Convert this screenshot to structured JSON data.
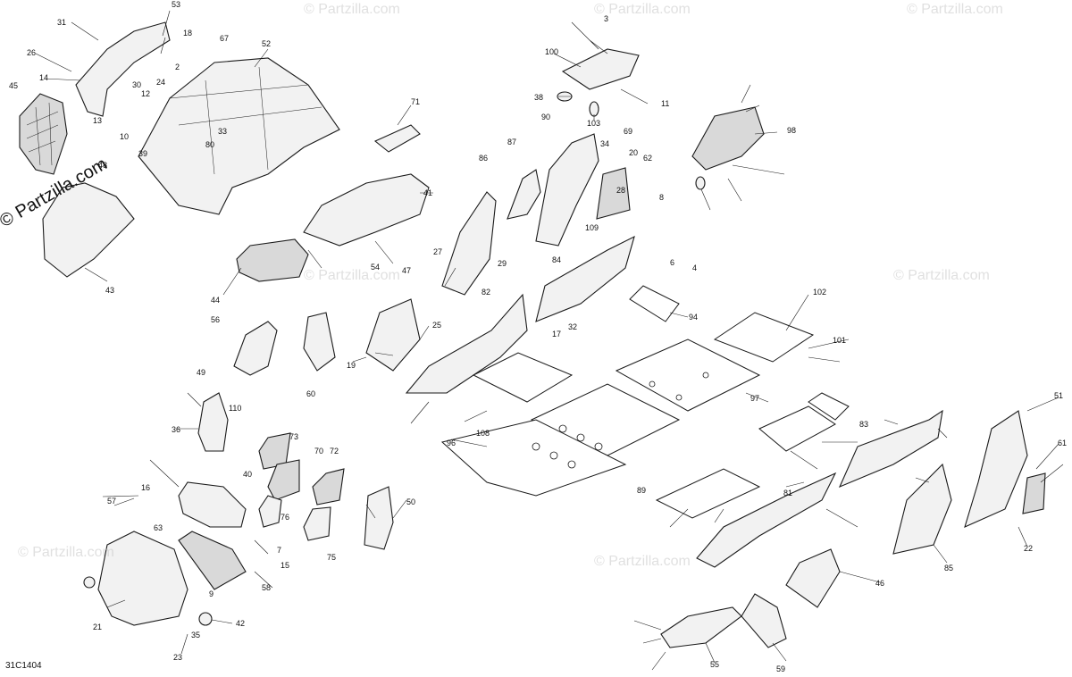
{
  "diagram_code": "31C1404",
  "logo_text": "© Partzilla.com",
  "watermark_text": "© Partzilla.com",
  "callouts": [
    "53",
    "31",
    "26",
    "14",
    "45",
    "52",
    "18",
    "67",
    "2",
    "12",
    "24",
    "30",
    "13",
    "10",
    "48",
    "39",
    "33",
    "80",
    "71",
    "41",
    "54",
    "44",
    "43",
    "3",
    "100",
    "38",
    "103",
    "11",
    "98",
    "90",
    "87",
    "86",
    "69",
    "34",
    "20",
    "62",
    "28",
    "8",
    "109",
    "27",
    "29",
    "82",
    "47",
    "25",
    "84",
    "17",
    "32",
    "6",
    "4",
    "94",
    "102",
    "101",
    "56",
    "60",
    "19",
    "49",
    "36",
    "110",
    "73",
    "72",
    "70",
    "40",
    "63",
    "16",
    "57",
    "76",
    "75",
    "50",
    "58",
    "15",
    "7",
    "9",
    "42",
    "21",
    "35",
    "23",
    "96",
    "108",
    "89",
    "97",
    "83",
    "51",
    "61",
    "22",
    "85",
    "81",
    "46",
    "59",
    "55"
  ]
}
